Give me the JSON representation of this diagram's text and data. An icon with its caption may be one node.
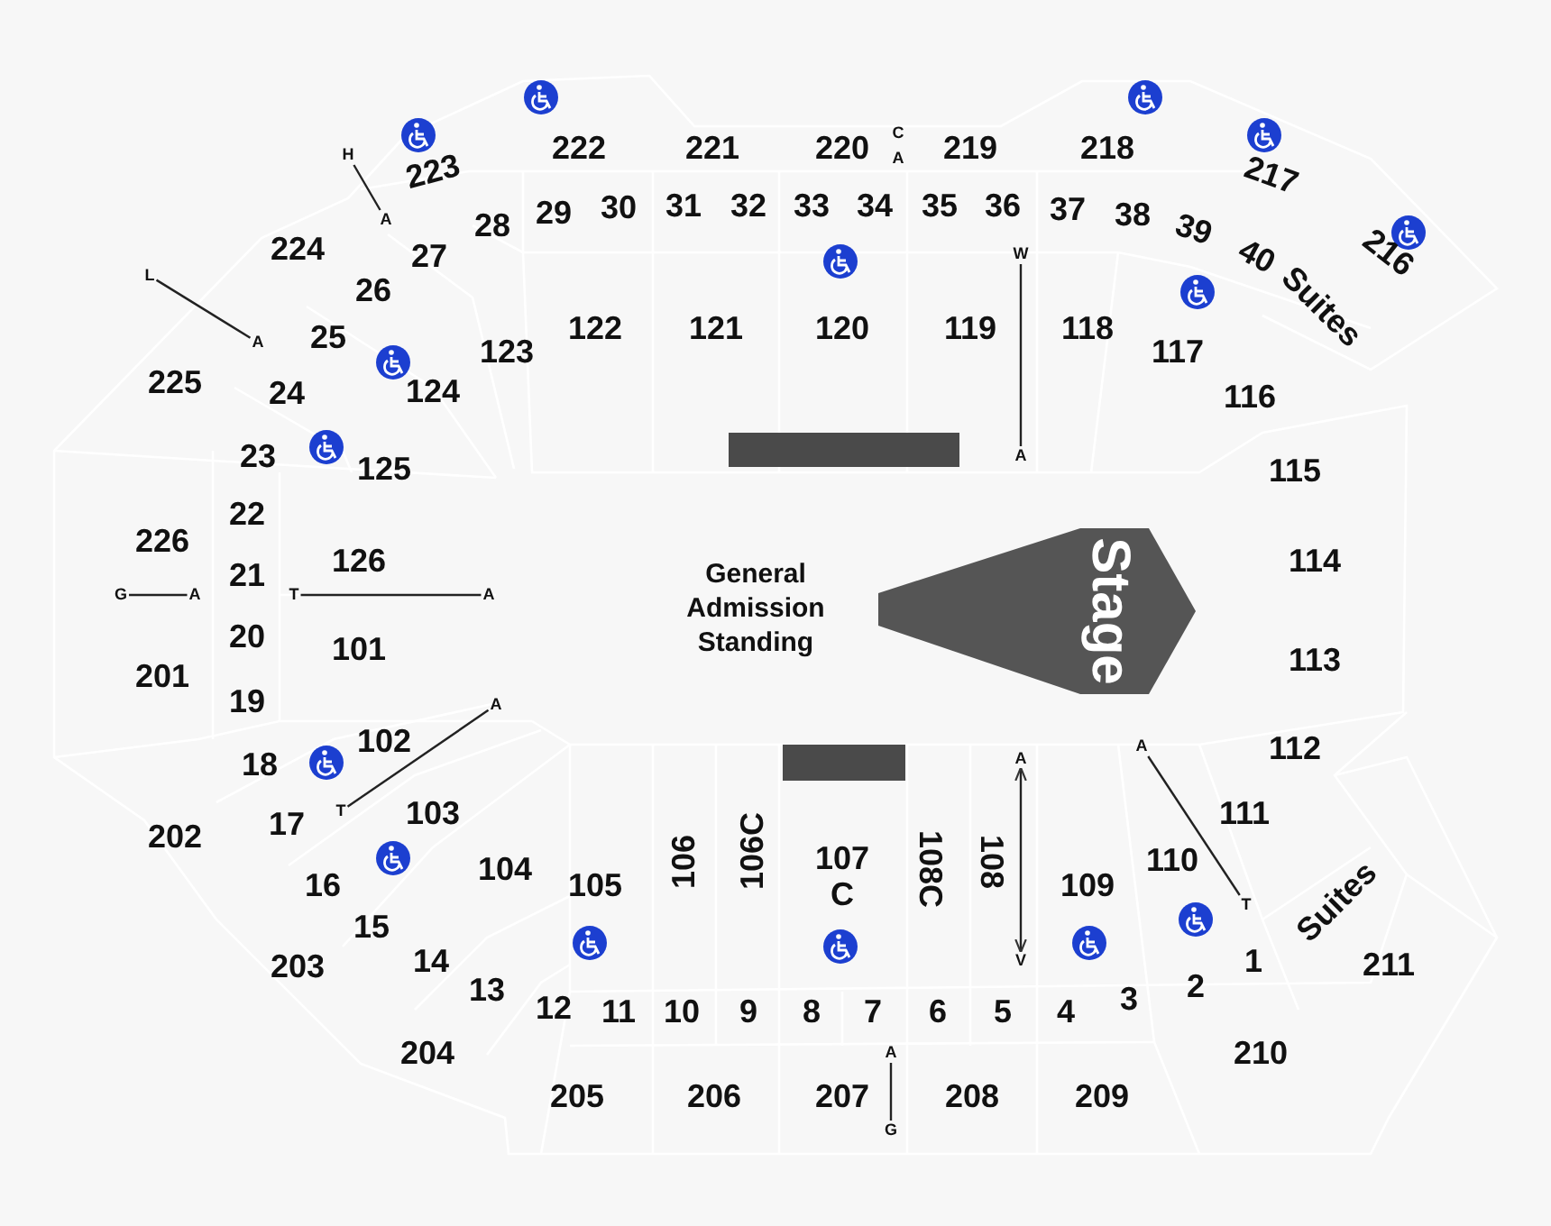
{
  "diagram": {
    "nodes": [
      {
        "text": [
          "Stage"
        ]
      },
      {
        "text": [
          "H"
        ]
      },
      {
        "text": [
          "A"
        ]
      },
      {
        "text": [
          "L"
        ]
      },
      {
        "text": [
          "A"
        ]
      },
      {
        "text": [
          "G"
        ]
      },
      {
        "text": [
          "A"
        ]
      },
      {
        "text": [
          "T"
        ]
      },
      {
        "text": [
          "A"
        ]
      },
      {
        "text": [
          "A"
        ]
      },
      {
        "text": [
          "T"
        ]
      },
      {
        "text": [
          "W"
        ]
      },
      {
        "text": [
          "A"
        ]
      },
      {
        "text": [
          "A"
        ]
      },
      {
        "text": [
          "V"
        ]
      },
      {
        "text": [
          "A"
        ]
      },
      {
        "text": [
          "T"
        ]
      },
      {
        "text": [
          "A"
        ]
      },
      {
        "text": [
          "G"
        ]
      },
      {
        "text": [],
        "shape": "bar"
      },
      {
        "text": [],
        "shape": "bar"
      }
    ],
    "edges": [
      {
        "from": 1,
        "to": 2,
        "arrow": "none"
      },
      {
        "from": 3,
        "to": 4,
        "arrow": "none"
      },
      {
        "from": 5,
        "to": 6,
        "arrow": "none"
      },
      {
        "from": 7,
        "to": 8,
        "arrow": "none"
      },
      {
        "from": 9,
        "to": 10,
        "arrow": "none"
      },
      {
        "from": 11,
        "to": 12,
        "arrow": "none"
      },
      {
        "from": 13,
        "to": 14,
        "arrow": "both"
      },
      {
        "from": 15,
        "to": 16,
        "arrow": "none"
      },
      {
        "from": 17,
        "to": 18,
        "arrow": "none"
      }
    ],
    "labels": [
      "222",
      "221",
      "220",
      "C",
      "A",
      "219",
      "218",
      "223",
      "217",
      "224",
      "28",
      "29",
      "30",
      "31",
      "32",
      "33",
      "34",
      "35",
      "36",
      "37",
      "38",
      "39",
      "40",
      "216",
      "27",
      "26",
      "Suites",
      "25",
      "122",
      "121",
      "120",
      "119",
      "118",
      "123",
      "117",
      "225",
      "24",
      "124",
      "116",
      "23",
      "125",
      "115",
      "22",
      "226",
      "126",
      "114",
      "21",
      "20",
      "General Admission Standing",
      "101",
      "113",
      "201",
      "19",
      "102",
      "112",
      "18",
      "17",
      "103",
      "111",
      "202",
      "106",
      "106C",
      "107",
      "C",
      "108C",
      "108",
      "110",
      "16",
      "104",
      "105",
      "109",
      "Suites",
      "15",
      "203",
      "14",
      "13",
      "2",
      "1",
      "211",
      "12",
      "11",
      "10",
      "9",
      "8",
      "7",
      "6",
      "5",
      "4",
      "3",
      "204",
      "210",
      "205",
      "206",
      "207",
      "208",
      "209"
    ]
  }
}
